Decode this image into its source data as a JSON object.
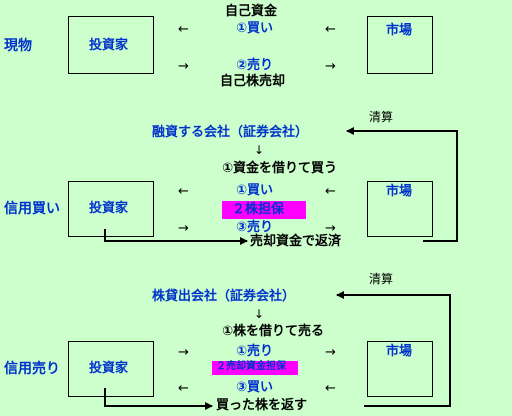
{
  "section1": {
    "row_label": "現物",
    "investor": "投資家",
    "market": "市場",
    "top_text": "自己資金",
    "buy": "①買い",
    "sell": "②売り",
    "bottom_text": "自己株売却",
    "arrow_left": "←",
    "arrow_right": "→"
  },
  "section2": {
    "row_label": "信用買い",
    "investor": "投資家",
    "market": "市場",
    "lender": "融資する会社（証券会社）",
    "down_arrow": "↓",
    "step1": "①資金を借りて買う",
    "buy": "①買い",
    "collateral": "２株担保",
    "sell": "③売り",
    "repay": "売却資金で返済",
    "settle": "清算",
    "arrow_left": "←",
    "arrow_right": "→"
  },
  "section3": {
    "row_label": "信用売り",
    "investor": "投資家",
    "market": "市場",
    "lender": "株貸出会社（証券会社）",
    "down_arrow": "↓",
    "step1": "①株を借りて売る",
    "sell": "①売り",
    "collateral": "２売却資金担保",
    "buy": "③買い",
    "return": "買った株を返す",
    "settle": "清算",
    "arrow_left": "←",
    "arrow_right": "→"
  },
  "colors": {
    "background": "#ccffcc",
    "label_blue": "#0033cc",
    "highlight": "#ff00ff"
  }
}
